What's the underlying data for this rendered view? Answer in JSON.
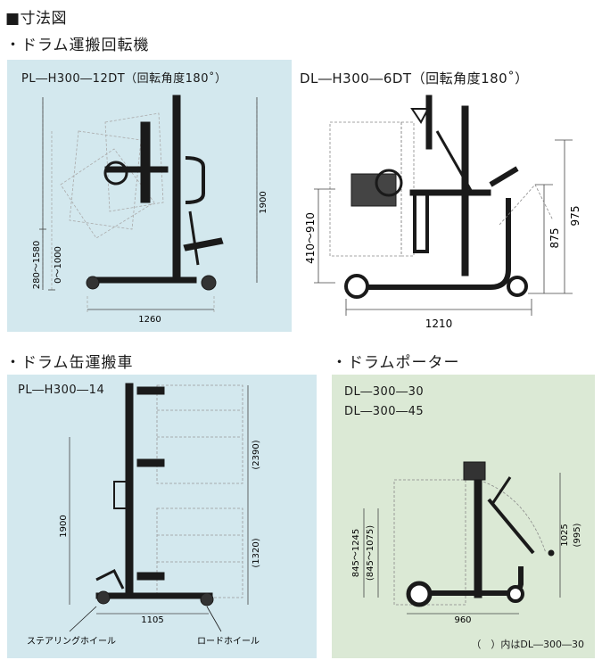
{
  "page_title": "■寸法図",
  "sections": {
    "rotation": "・ドラム運搬回転機",
    "can_carrier": "・ドラム缶運搬車",
    "porter": "・ドラムポーター"
  },
  "models": {
    "pl12": "PL―H300―12DT（回転角度180˚）",
    "dl6": "DL―H300―6DT（回転角度180˚）",
    "pl14": "PL―H300―14",
    "dl30": "DL―300―30",
    "dl45": "DL―300―45"
  },
  "dims": {
    "pl12_height": "1900",
    "pl12_lift_upper": "280～1580",
    "pl12_lift_lower": "0～1000",
    "pl12_length": "1260",
    "dl6_lift": "410～910",
    "dl6_h1": "875",
    "dl6_h2": "975",
    "dl6_length": "1210",
    "pl14_height": "1900",
    "pl14_upper": "(2390)",
    "pl14_mid": "(1320)",
    "pl14_length": "1105",
    "pl14_caster": "ステアリングホイール",
    "pl14_wheel": "ロードホイール",
    "dl_lift": "845～1245",
    "dl_lift_alt": "(845～1075)",
    "dl_h": "1025",
    "dl_h_alt": "(995)",
    "dl_length": "960",
    "dl_note": "（　）内はDL―300―30"
  }
}
